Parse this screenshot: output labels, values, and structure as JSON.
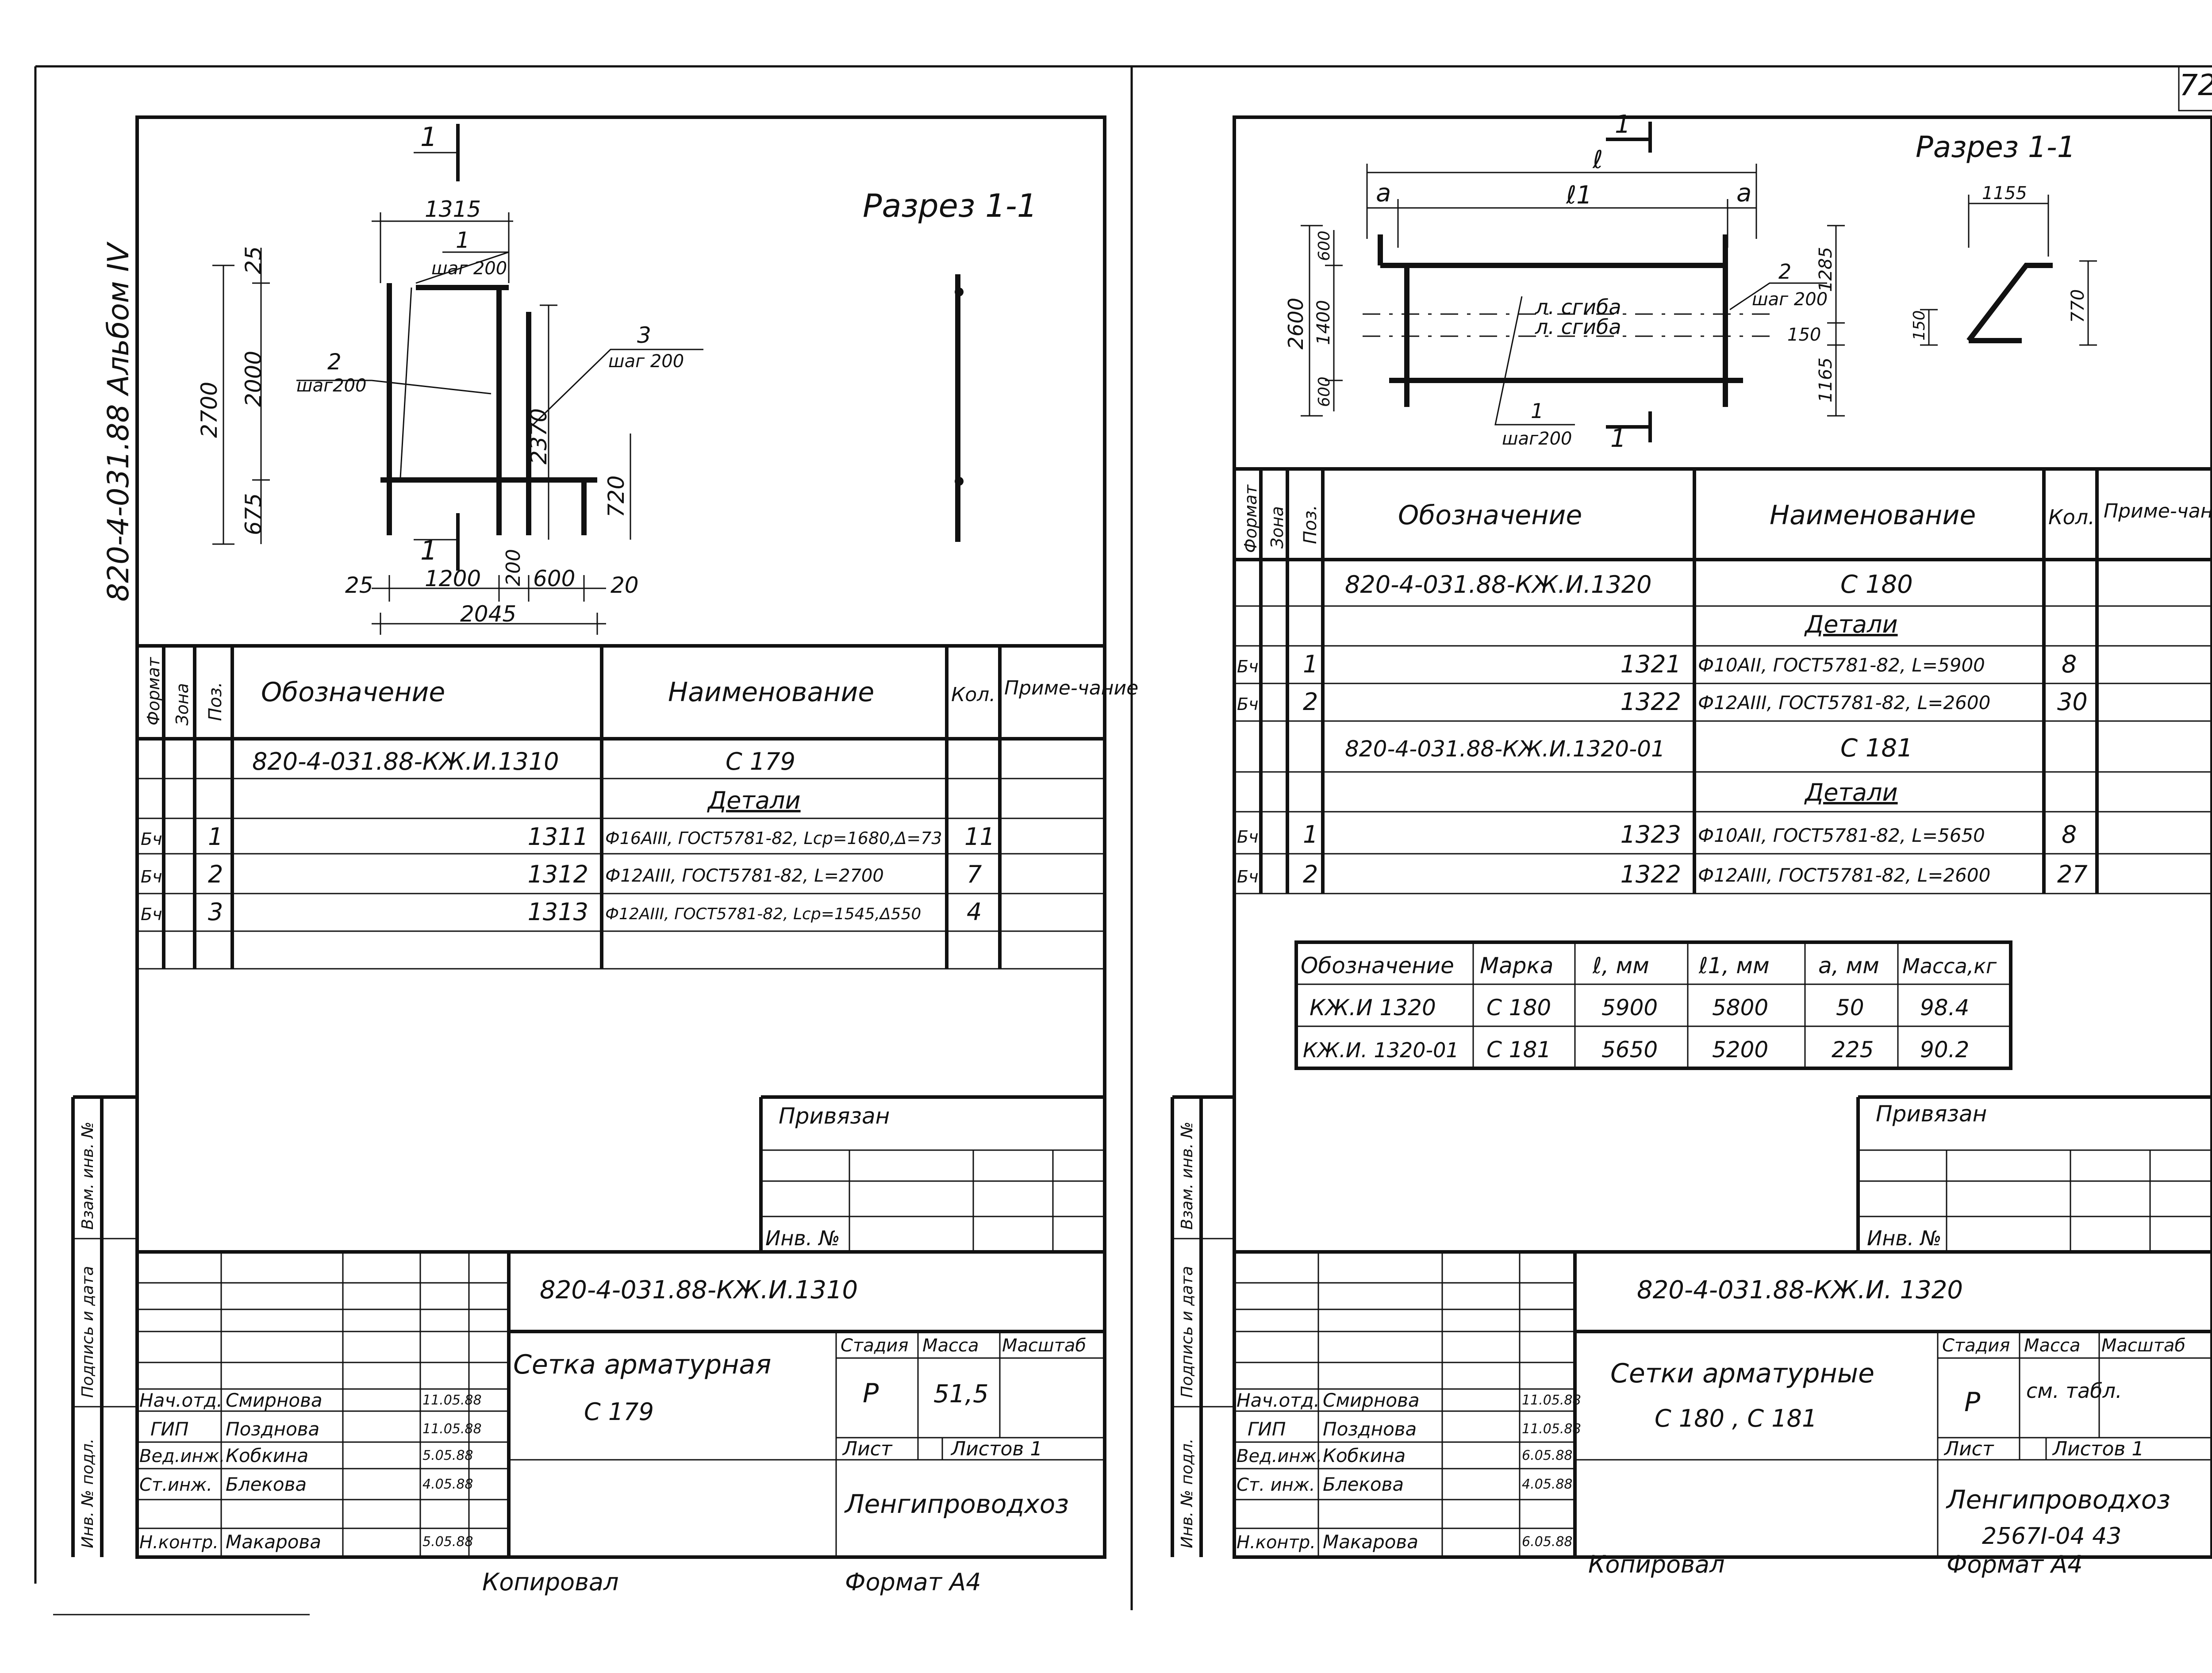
{
  "page_number": "72",
  "left": {
    "album": "820-4-031.88  Альбом IV",
    "section_title": "Разрез 1-1",
    "section_mark": "1",
    "drawing": {
      "dims": [
        "1315",
        "25",
        "2000",
        "2700",
        "675",
        "2370",
        "720",
        "25",
        "1200",
        "200",
        "600",
        "20",
        "2045"
      ],
      "callouts": {
        "p1": "1",
        "p1_step": "шаг 200",
        "p2": "2",
        "p2_step": "шаг200",
        "p3": "3",
        "p3_step": "шаг 200"
      }
    },
    "spec": {
      "headers": {
        "format": "Формат",
        "zone": "Зона",
        "pos": "Поз.",
        "designation": "Обозначение",
        "name": "Наименование",
        "qty": "Кол.",
        "note": "Приме-чание"
      },
      "rows": [
        {
          "format": "",
          "pos": "",
          "designation": "820-4-031.88-КЖ.И.1310",
          "name": "С 179",
          "qty": ""
        },
        {
          "format": "",
          "pos": "",
          "designation": "",
          "name": "Детали",
          "qty": ""
        },
        {
          "format": "Бч",
          "pos": "1",
          "designation": "1311",
          "name": "Ф16АIII, ГОСТ5781-82, Lср=1680,Δ=73",
          "qty": "11"
        },
        {
          "format": "Бч",
          "pos": "2",
          "designation": "1312",
          "name": "Ф12АIII, ГОСТ5781-82, L=2700",
          "qty": "7"
        },
        {
          "format": "Бч",
          "pos": "3",
          "designation": "1313",
          "name": "Ф12АIII, ГОСТ5781-82, Lср=1545,Δ550",
          "qty": "4"
        }
      ]
    },
    "privyazan": "Привязан",
    "inv_no": "Инв. №",
    "side_labels": [
      "Взам. инв. №",
      "Подпись и дата",
      "Инв. № подл."
    ],
    "title_block": {
      "code": "820-4-031.88-КЖ.И.1310",
      "title_line1": "Сетка арматурная",
      "title_line2": "С 179",
      "stage_label": "Стадия",
      "mass_label": "Масса",
      "scale_label": "Масштаб",
      "stage": "Р",
      "mass": "51,5",
      "sheet_label": "Лист",
      "sheets_label": "Листов 1",
      "org": "Ленгипроводхоз",
      "staff": [
        {
          "role": "Нач.отд.",
          "name": "Смирнова",
          "date": "11.05.88"
        },
        {
          "role": "ГИП",
          "name": "Позднова",
          "date": "11.05.88"
        },
        {
          "role": "Вед.инж.",
          "name": "Кобкина",
          "date": "5.05.88"
        },
        {
          "role": "Ст.инж.",
          "name": "Блекова",
          "date": "4.05.88"
        },
        {
          "role": "Н.контр.",
          "name": "Макарова",
          "date": "5.05.88"
        }
      ]
    },
    "footer_copied": "Копировал",
    "footer_format": "Формат А4"
  },
  "right": {
    "section_title": "Разрез 1-1",
    "section_mark": "1",
    "drawing": {
      "dims": [
        "ℓ",
        "a",
        "ℓ1",
        "a",
        "600",
        "1400",
        "600",
        "2600",
        "1285",
        "150",
        "1165"
      ],
      "bend1": "л. сгиба",
      "bend2": "л. сгиба",
      "callouts": {
        "p2": "2",
        "p2_step": "шаг 200",
        "p1": "1",
        "p1_step": "шаг200"
      },
      "section_dims": [
        "1155",
        "770",
        "150"
      ]
    },
    "spec": {
      "headers": {
        "format": "Формат",
        "zone": "Зона",
        "pos": "Поз.",
        "designation": "Обозначение",
        "name": "Наименование",
        "qty": "Кол.",
        "note": "Приме-чание"
      },
      "rows": [
        {
          "format": "",
          "pos": "",
          "designation": "820-4-031.88-КЖ.И.1320",
          "name": "С 180",
          "qty": ""
        },
        {
          "format": "",
          "pos": "",
          "designation": "",
          "name": "Детали",
          "qty": ""
        },
        {
          "format": "Бч",
          "pos": "1",
          "designation": "1321",
          "name": "Ф10АII, ГОСТ5781-82, L=5900",
          "qty": "8"
        },
        {
          "format": "Бч",
          "pos": "2",
          "designation": "1322",
          "name": "Ф12АIII, ГОСТ5781-82, L=2600",
          "qty": "30"
        },
        {
          "format": "",
          "pos": "",
          "designation": "820-4-031.88-КЖ.И.1320-01",
          "name": "С 181",
          "qty": ""
        },
        {
          "format": "",
          "pos": "",
          "designation": "",
          "name": "Детали",
          "qty": ""
        },
        {
          "format": "Бч",
          "pos": "1",
          "designation": "1323",
          "name": "Ф10АII, ГОСТ5781-82, L=5650",
          "qty": "8"
        },
        {
          "format": "Бч",
          "pos": "2",
          "designation": "1322",
          "name": "Ф12АIII, ГОСТ5781-82, L=2600",
          "qty": "27"
        }
      ]
    },
    "params": {
      "headers": [
        "Обозначение",
        "Марка",
        "ℓ, мм",
        "ℓ1, мм",
        "a, мм",
        "Масса,кг"
      ],
      "rows": [
        [
          "КЖ.И 1320",
          "С 180",
          "5900",
          "5800",
          "50",
          "98.4"
        ],
        [
          "КЖ.И. 1320-01",
          "С 181",
          "5650",
          "5200",
          "225",
          "90.2"
        ]
      ]
    },
    "privyazan": "Привязан",
    "inv_no": "Инв. №",
    "side_labels": [
      "Взам. инв. №",
      "Подпись и дата",
      "Инв. № подл."
    ],
    "title_block": {
      "code": "820-4-031.88-КЖ.И. 1320",
      "title_line1": "Сетки арматурные",
      "title_line2": "С 180 , С 181",
      "stage_label": "Стадия",
      "mass_label": "Масса",
      "scale_label": "Масштаб",
      "stage": "Р",
      "mass": "см. табл.",
      "sheet_label": "Лист",
      "sheets_label": "Листов 1",
      "org": "Ленгипроводхоз",
      "archive_no": "2567I-04  43",
      "staff": [
        {
          "role": "Нач.отд.",
          "name": "Смирнова",
          "date": "11.05.88"
        },
        {
          "role": "ГИП",
          "name": "Позднова",
          "date": "11.05.88"
        },
        {
          "role": "Вед.инж.",
          "name": "Кобкина",
          "date": "6.05.88"
        },
        {
          "role": "Ст. инж.",
          "name": "Блекова",
          "date": "4.05.88"
        },
        {
          "role": "Н.контр.",
          "name": "Макарова",
          "date": "6.05.88"
        }
      ]
    },
    "footer_copied": "Копировал",
    "footer_format": "Формат А4"
  }
}
